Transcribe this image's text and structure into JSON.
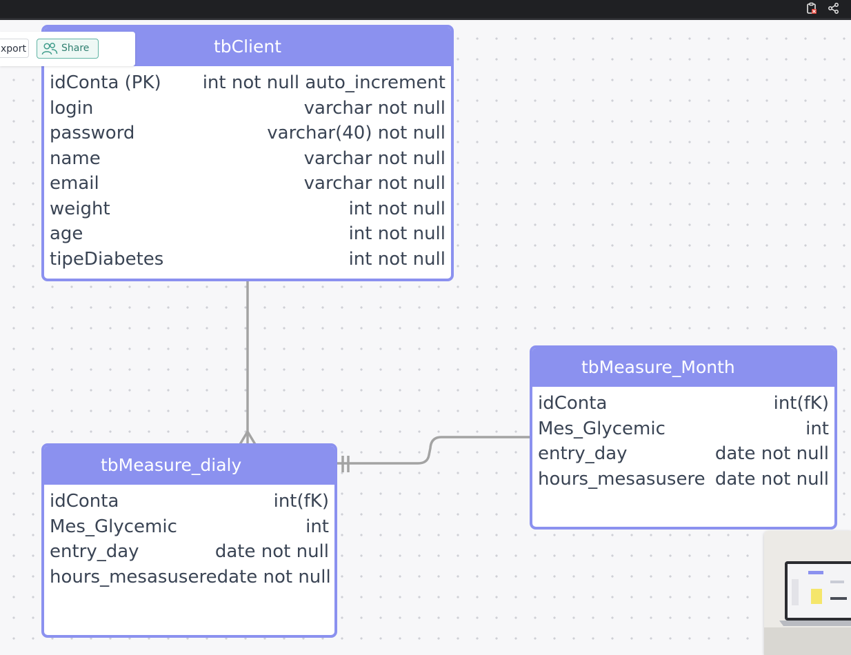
{
  "toolbar": {
    "export_label": "xport",
    "share_label": "Share"
  },
  "colors": {
    "table_accent": "#8b91ef",
    "connector": "#a3a3a3",
    "share_accent": "#5fb3a3"
  },
  "icons": {
    "clipboard": "clipboard-icon",
    "share": "share-nodes-icon",
    "users": "users-icon"
  },
  "tables": {
    "client": {
      "name": "tbClient",
      "rows": [
        {
          "field": "idConta (PK)",
          "type": "int not null auto_increment"
        },
        {
          "field": "login",
          "type": "varchar not null"
        },
        {
          "field": "password",
          "type": "varchar(40) not null"
        },
        {
          "field": "name",
          "type": "varchar not null"
        },
        {
          "field": "email",
          "type": "varchar not null"
        },
        {
          "field": "weight",
          "type": "int not null"
        },
        {
          "field": "age",
          "type": "int not null"
        },
        {
          "field": "tipeDiabetes",
          "type": "int not null"
        }
      ]
    },
    "dialy": {
      "name": "tbMeasure_dialy",
      "rows": [
        {
          "field": "idConta",
          "type": "int(fK)"
        },
        {
          "field": "Mes_Glycemic",
          "type": "int"
        },
        {
          "field": "entry_day",
          "type": "date not null"
        },
        {
          "field": "hours_mesasusere",
          "type": "date not null"
        }
      ]
    },
    "month": {
      "name": "tbMeasure_Month",
      "rows": [
        {
          "field": "idConta",
          "type": "int(fK)"
        },
        {
          "field": "Mes_Glycemic",
          "type": "int"
        },
        {
          "field": "entry_day",
          "type": "date not null"
        },
        {
          "field": "hours_mesasusere",
          "type": "date not null"
        }
      ]
    }
  },
  "relations": [
    {
      "from": "tbClient",
      "to": "tbMeasure_dialy",
      "from_end": "one",
      "to_end": "many"
    },
    {
      "from": "tbMeasure_Month",
      "to": "tbMeasure_dialy",
      "from_end": "none",
      "to_end": "one-and-only-one"
    }
  ]
}
